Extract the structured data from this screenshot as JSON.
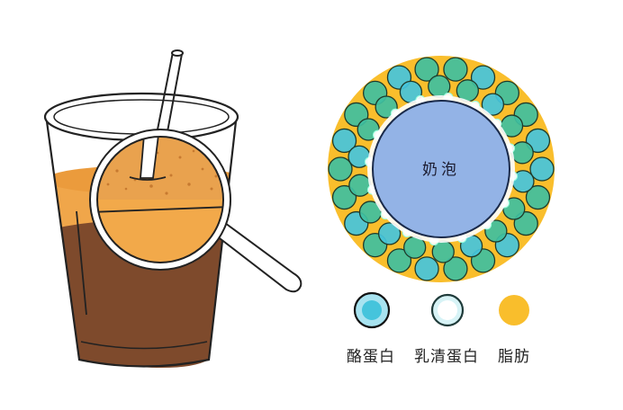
{
  "diagram": {
    "center_label": "奶泡",
    "legend": [
      {
        "label": "酪蛋白",
        "color": "#45c4dc",
        "icon": "casein-circle-icon"
      },
      {
        "label": "乳清蛋白",
        "color": "#ffffff",
        "icon": "whey-protein-circle-icon"
      },
      {
        "label": "脂肪",
        "color": "#f9be2c",
        "icon": "fat-circle-icon"
      }
    ],
    "colors": {
      "bubble": "#93b3e6",
      "casein": "#3fbfa0",
      "fat": "#f9be2c",
      "foam": "#f0a64a",
      "coffee": "#7e4a2c"
    }
  }
}
